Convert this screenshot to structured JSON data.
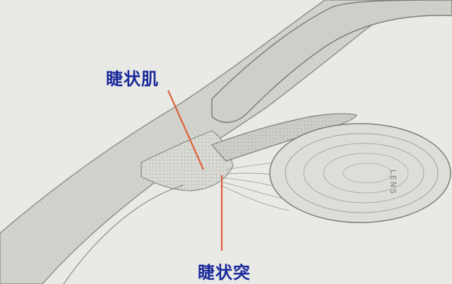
{
  "labels": {
    "ciliary_muscle": "睫状肌",
    "ciliary_process": "睫状突",
    "lens": "LENS"
  },
  "colors": {
    "label_text": "#1a2a9a",
    "pointer": "#d9623a",
    "background": "#e9e9e6"
  }
}
